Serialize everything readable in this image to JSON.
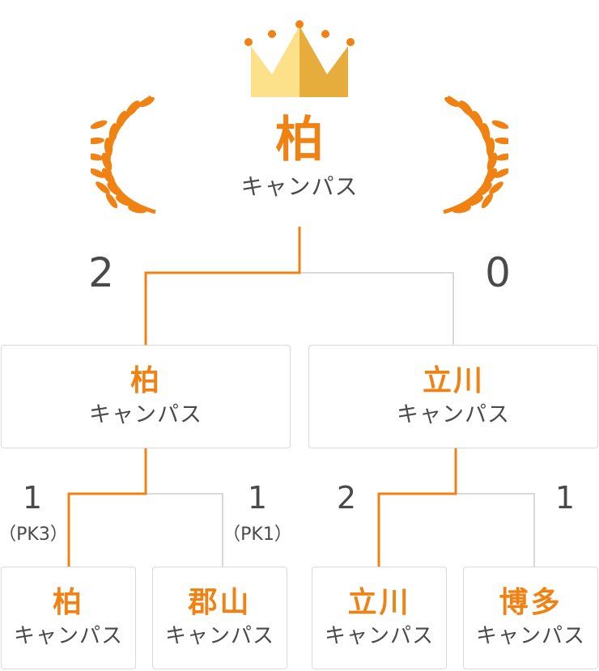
{
  "champion": {
    "name": "柏",
    "sub": "キャンパス"
  },
  "final": {
    "left_score": "2",
    "right_score": "0",
    "left": {
      "name": "柏",
      "sub": "キャンパス"
    },
    "right": {
      "name": "立川",
      "sub": "キャンパス"
    }
  },
  "semi_left": {
    "left_score": "1",
    "left_pk": "（PK3）",
    "right_score": "1",
    "right_pk": "（PK1）",
    "left": {
      "name": "柏",
      "sub": "キャンパス"
    },
    "right": {
      "name": "郡山",
      "sub": "キャンパス"
    }
  },
  "semi_right": {
    "left_score": "2",
    "right_score": "1",
    "left": {
      "name": "立川",
      "sub": "キャンパス"
    },
    "right": {
      "name": "博多",
      "sub": "キャンパス"
    }
  },
  "colors": {
    "accent": "#f08214",
    "line_gray": "#d9d9d9",
    "text": "#4a4a4a",
    "crown_light": "#fde08a",
    "crown_dark": "#e7ad3c"
  },
  "icons": [
    "crown-icon",
    "laurel-left-icon",
    "laurel-right-icon"
  ]
}
